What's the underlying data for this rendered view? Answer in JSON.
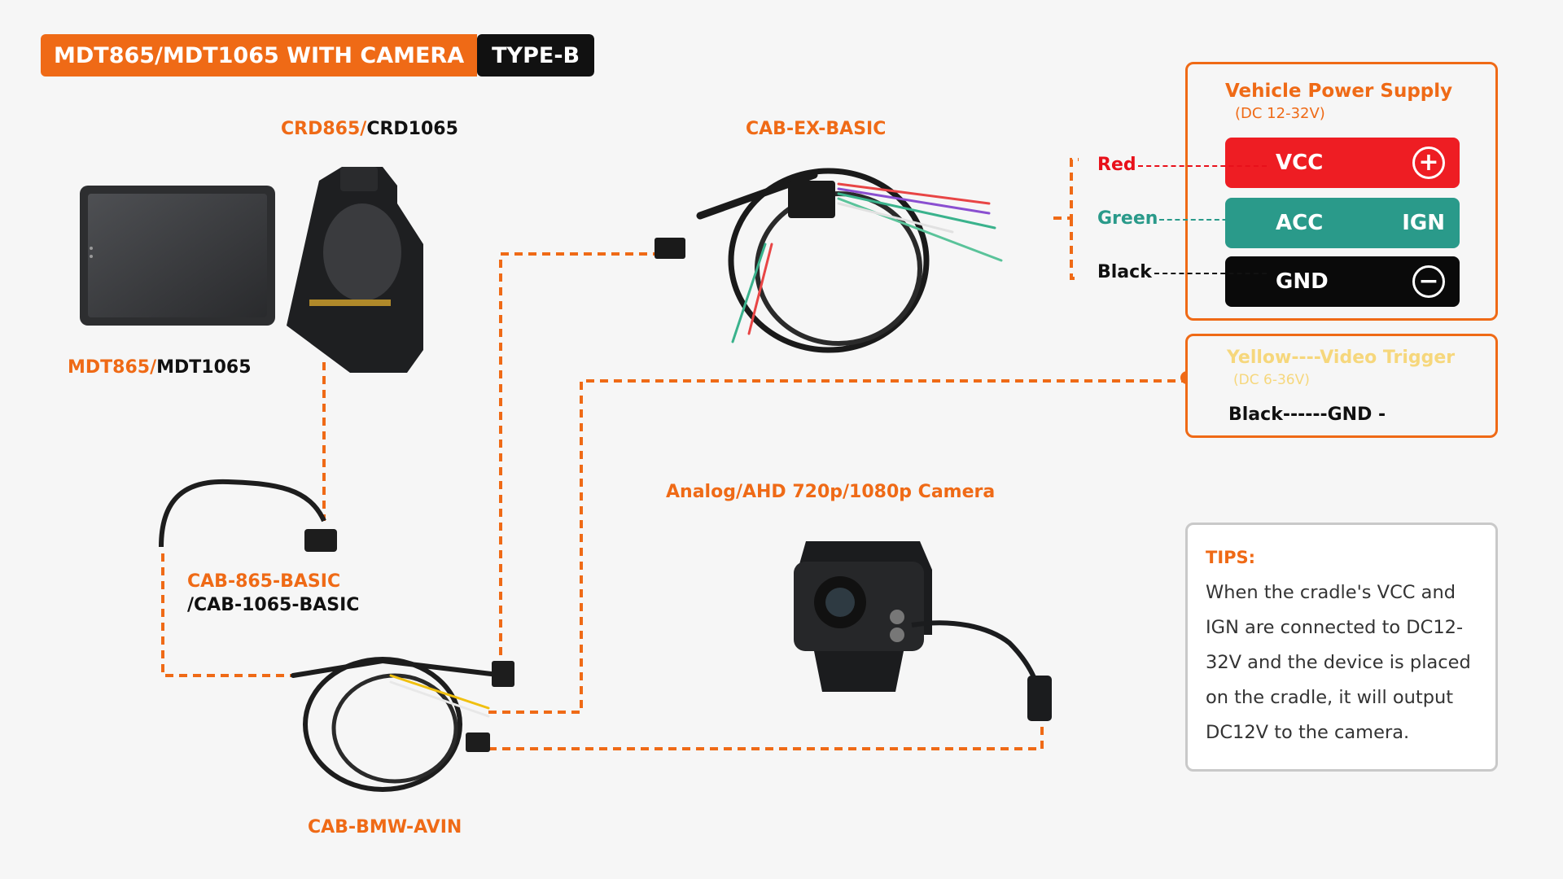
{
  "title": {
    "main": "MDT865/MDT1065 WITH CAMERA",
    "badge": "TYPE-B"
  },
  "labels": {
    "cradle": {
      "orange": "CRD865/",
      "black": "CRD1065"
    },
    "tablet": {
      "orange": "MDT865/",
      "black": "MDT1065"
    },
    "cab_ex": "CAB-EX-BASIC",
    "cab_865": {
      "line1": "CAB-865-BASIC",
      "line2": "/CAB-1065-BASIC"
    },
    "cab_bmw": "CAB-BMW-AVIN",
    "camera": "Analog/AHD 720p/1080p Camera"
  },
  "power_supply": {
    "title": "Vehicle Power Supply",
    "subtitle": "(DC 12-32V)",
    "rows": [
      {
        "wire": "Red",
        "wire_color": "#e8101a",
        "label": "VCC",
        "right": "+",
        "fill": "#ee1d23"
      },
      {
        "wire": "Green",
        "wire_color": "#2a9a8a",
        "label": "ACC",
        "right": "IGN",
        "fill": "#2a9a8a"
      },
      {
        "wire": "Black",
        "wire_color": "#111111",
        "label": "GND",
        "right": "−",
        "fill": "#0a0a0a"
      }
    ]
  },
  "video_trigger": {
    "line1": "Yellow----Video Trigger",
    "line2": "(DC 6-36V)",
    "line3": "Black------GND -"
  },
  "tips": {
    "heading": "TIPS:",
    "body": "When the cradle's VCC and IGN are connected to DC12-32V and the device is placed on the cradle, it will output DC12V to the camera."
  },
  "colors": {
    "accent": "#ef6a16",
    "dark": "#111111",
    "yellow": "#f6d77c"
  },
  "icons": [
    "tablet-image",
    "cradle-image",
    "cable-ex-image",
    "cable-865-image",
    "cable-bmw-image",
    "camera-image"
  ]
}
